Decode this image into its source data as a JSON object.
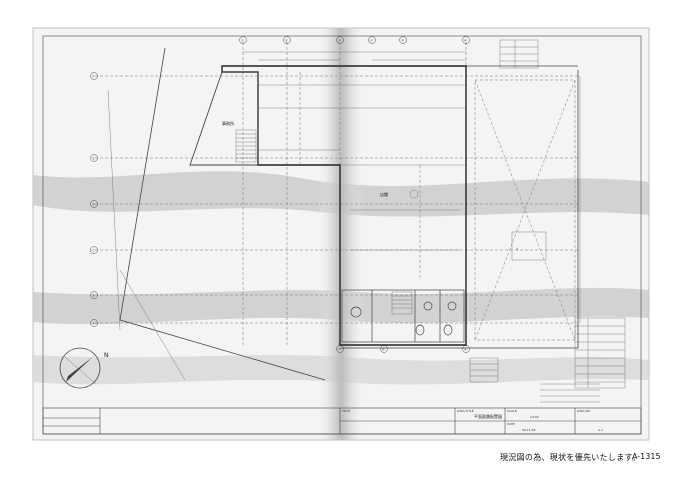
{
  "drawing": {
    "grid_rows": [
      "F",
      "E",
      "D",
      "C",
      "B",
      "A"
    ],
    "grid_cols": [
      "①",
      "②",
      "③",
      "④",
      "⑤",
      "⑥",
      "⑦",
      "⑧",
      "⑨"
    ],
    "north_label": "N",
    "room_main": "店舗",
    "room_office": "事務所",
    "title_block": {
      "title_label": "TITLE",
      "drawing_title_label": "DWG.TITLE",
      "drawing_title": "平面図兼配置図",
      "scale_label": "SCALE",
      "scale": "1/100",
      "date_label": "DATE",
      "date": "08.11.26",
      "dwg_no_label": "DWG.NO.",
      "dwg_no": "A-1"
    }
  },
  "footer": {
    "note": "現況図の為、現状を優先いたします。",
    "sheet_no": "A-1315"
  },
  "colors": {
    "paper": "#f2f2f2",
    "shadow": "#cfcfcf",
    "ink": "#333333"
  }
}
